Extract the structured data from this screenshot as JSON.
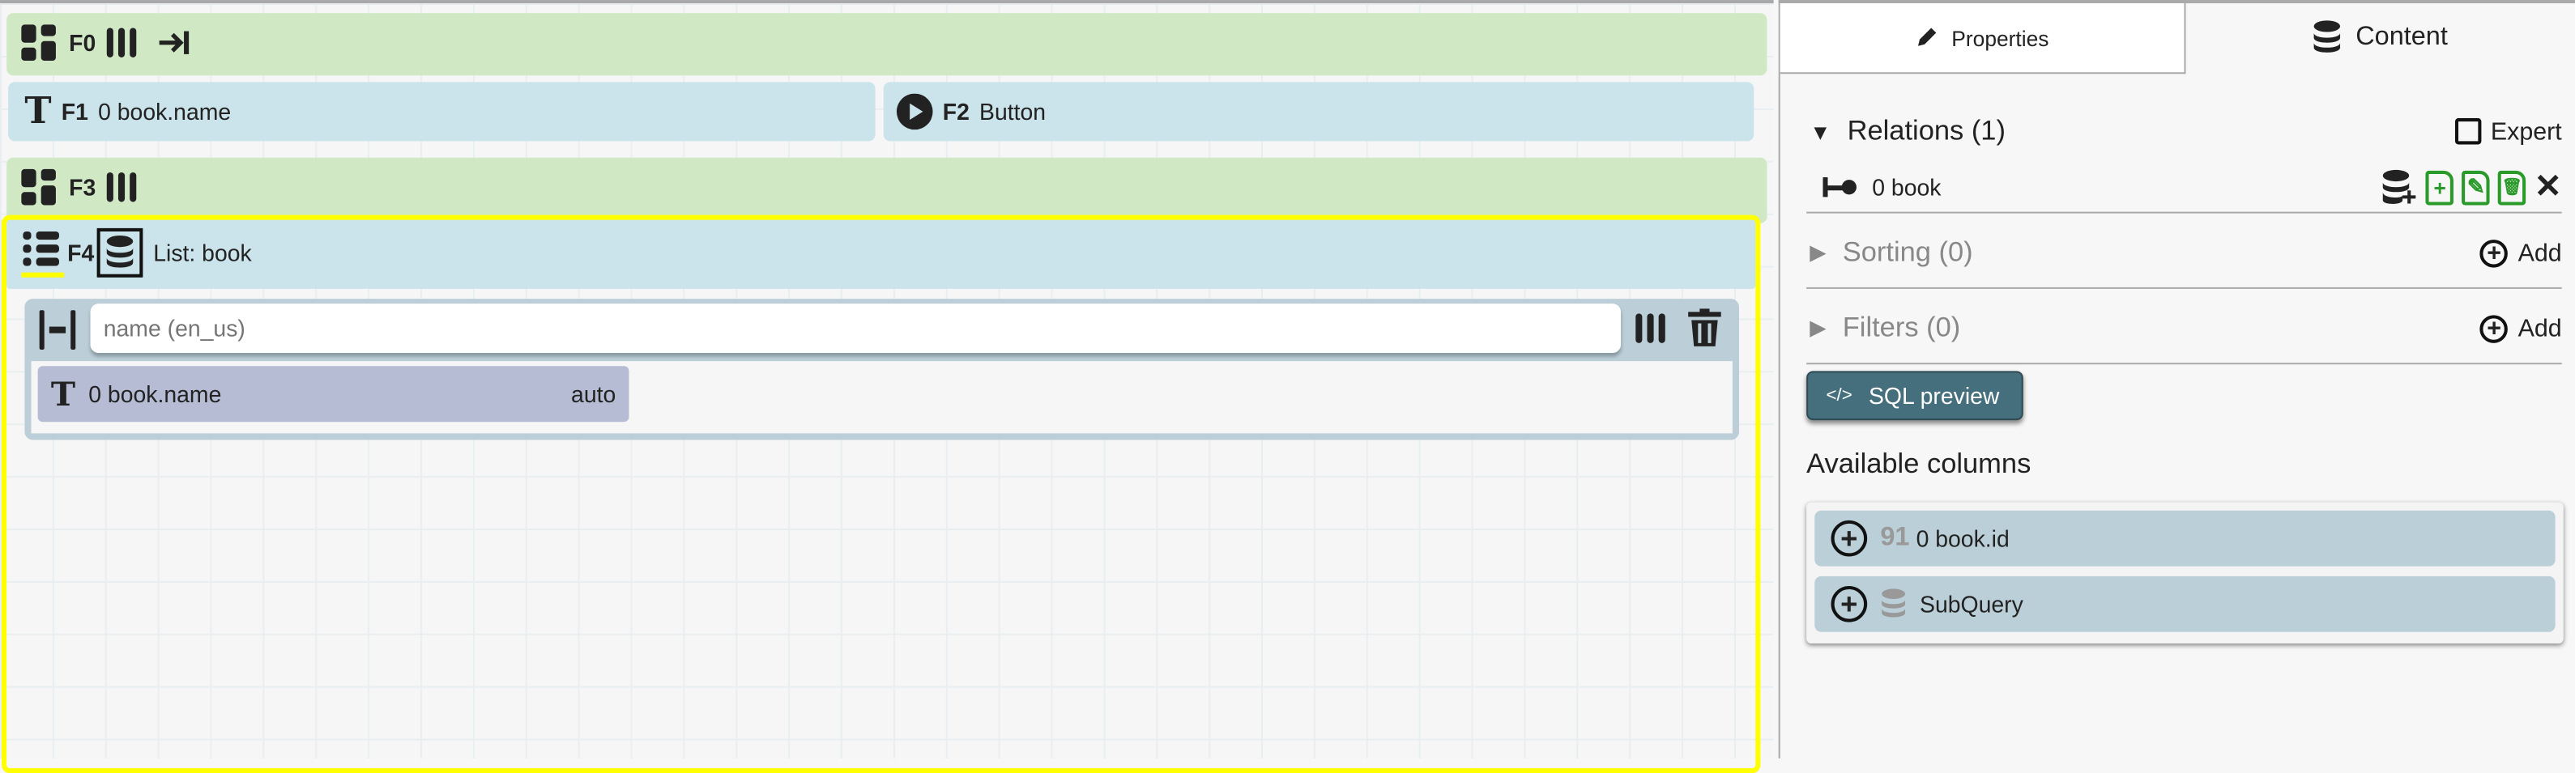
{
  "canvas": {
    "f0": {
      "label": "F0"
    },
    "f1": {
      "label": "F1",
      "text": "0 book.name"
    },
    "f2": {
      "label": "F2",
      "text": "Button"
    },
    "f3": {
      "label": "F3"
    },
    "f4": {
      "label": "F4",
      "title": "List: book",
      "column_header_placeholder": "name (en_us)",
      "column_item": {
        "text": "0 book.name",
        "width": "auto"
      }
    }
  },
  "panel": {
    "tabs": [
      {
        "label": "Properties",
        "active": false
      },
      {
        "label": "Content",
        "active": true
      }
    ],
    "relations": {
      "title": "Relations (1)",
      "expert_label": "Expert",
      "expert_checked": false,
      "item": "0 book"
    },
    "sorting": {
      "title": "Sorting (0)",
      "add_label": "Add"
    },
    "filters": {
      "title": "Filters (0)",
      "add_label": "Add"
    },
    "sql_preview": {
      "icon": "</>",
      "label": "SQL preview"
    },
    "available_columns": {
      "title": "Available columns",
      "items": [
        {
          "type_icon": "91",
          "label": "0 book.id"
        },
        {
          "type_icon": "database",
          "label": "SubQuery"
        }
      ]
    }
  },
  "colors": {
    "green_block": "#d0e9c4",
    "blue_block": "#cbe3ea",
    "selected_border": "#ffff00",
    "sql_button": "#466f7e",
    "action_green": "#2a9a2a"
  }
}
